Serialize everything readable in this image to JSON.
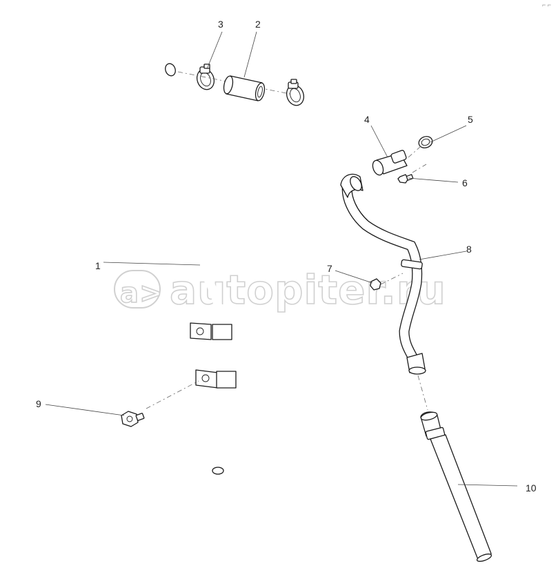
{
  "diagram": {
    "part_labels": {
      "p1": "1",
      "p2": "2",
      "p3": "3",
      "p4": "4",
      "p5": "5",
      "p6": "6",
      "p7": "7",
      "p8": "8",
      "p9": "9",
      "p10": "10"
    },
    "watermark": {
      "text": "autopiter.ru",
      "logo_glyph": "a>"
    },
    "corner_mark": "⌐ ⌐"
  }
}
